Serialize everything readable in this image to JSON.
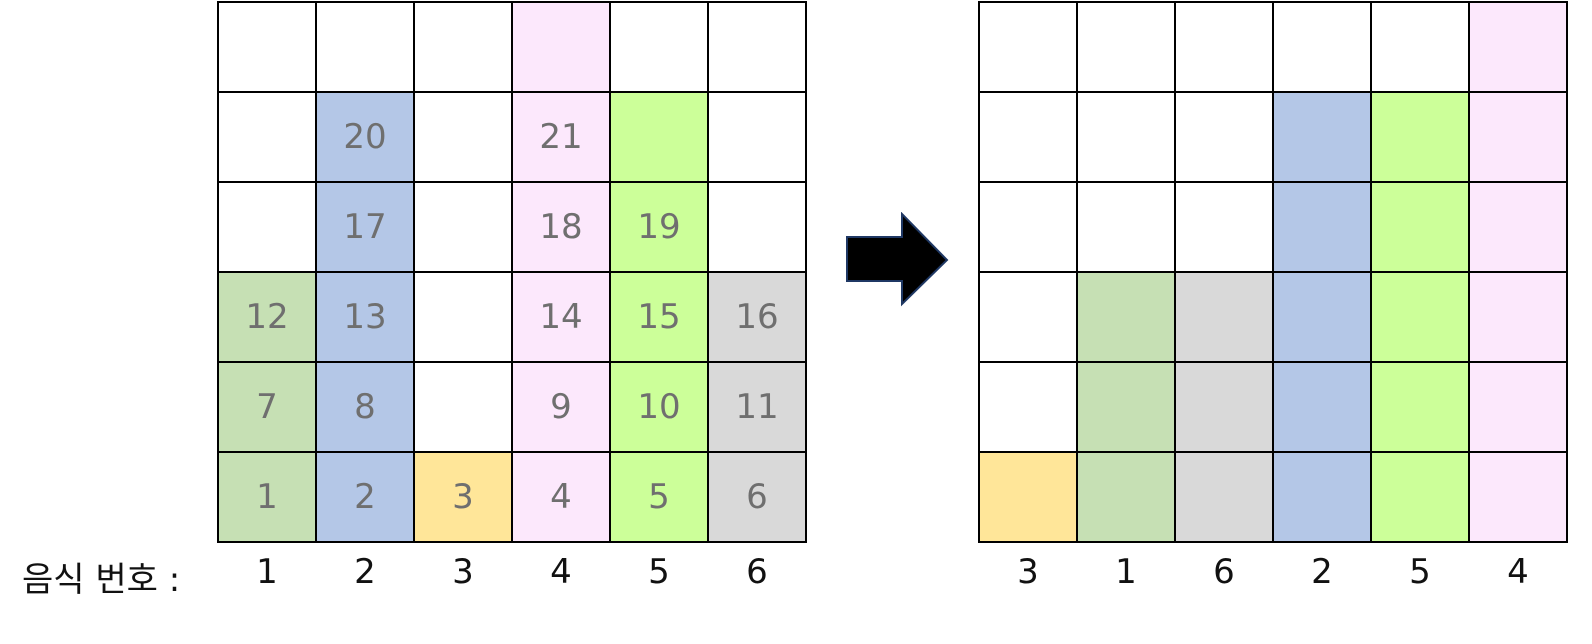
{
  "colors": {
    "white": "#ffffff",
    "green": "#c6e0b4",
    "blue": "#b4c7e7",
    "yellow": "#ffe699",
    "pink": "#fce8fc",
    "lime": "#ccff99",
    "gray": "#d9d9d9"
  },
  "left_grid": {
    "rows": [
      [
        {
          "n": "",
          "c": "white"
        },
        {
          "n": "",
          "c": "white"
        },
        {
          "n": "",
          "c": "white"
        },
        {
          "n": "",
          "c": "pink"
        },
        {
          "n": "",
          "c": "white"
        },
        {
          "n": "",
          "c": "white"
        }
      ],
      [
        {
          "n": "",
          "c": "white"
        },
        {
          "n": "20",
          "c": "blue"
        },
        {
          "n": "",
          "c": "white"
        },
        {
          "n": "21",
          "c": "pink"
        },
        {
          "n": "",
          "c": "lime"
        },
        {
          "n": "",
          "c": "white"
        }
      ],
      [
        {
          "n": "",
          "c": "white"
        },
        {
          "n": "17",
          "c": "blue"
        },
        {
          "n": "",
          "c": "white"
        },
        {
          "n": "18",
          "c": "pink"
        },
        {
          "n": "19",
          "c": "lime"
        },
        {
          "n": "",
          "c": "white"
        }
      ],
      [
        {
          "n": "12",
          "c": "green"
        },
        {
          "n": "13",
          "c": "blue"
        },
        {
          "n": "",
          "c": "white"
        },
        {
          "n": "14",
          "c": "pink"
        },
        {
          "n": "15",
          "c": "lime"
        },
        {
          "n": "16",
          "c": "gray"
        }
      ],
      [
        {
          "n": "7",
          "c": "green"
        },
        {
          "n": "8",
          "c": "blue"
        },
        {
          "n": "",
          "c": "white"
        },
        {
          "n": "9",
          "c": "pink"
        },
        {
          "n": "10",
          "c": "lime"
        },
        {
          "n": "11",
          "c": "gray"
        }
      ],
      [
        {
          "n": "1",
          "c": "green"
        },
        {
          "n": "2",
          "c": "blue"
        },
        {
          "n": "3",
          "c": "yellow"
        },
        {
          "n": "4",
          "c": "pink"
        },
        {
          "n": "5",
          "c": "lime"
        },
        {
          "n": "6",
          "c": "gray"
        }
      ]
    ],
    "axis_title": "음식 번호 :",
    "labels": [
      "1",
      "2",
      "3",
      "4",
      "5",
      "6"
    ]
  },
  "right_grid": {
    "rows": [
      [
        {
          "n": "",
          "c": "white"
        },
        {
          "n": "",
          "c": "white"
        },
        {
          "n": "",
          "c": "white"
        },
        {
          "n": "",
          "c": "white"
        },
        {
          "n": "",
          "c": "white"
        },
        {
          "n": "",
          "c": "pink"
        }
      ],
      [
        {
          "n": "",
          "c": "white"
        },
        {
          "n": "",
          "c": "white"
        },
        {
          "n": "",
          "c": "white"
        },
        {
          "n": "",
          "c": "blue"
        },
        {
          "n": "",
          "c": "lime"
        },
        {
          "n": "",
          "c": "pink"
        }
      ],
      [
        {
          "n": "",
          "c": "white"
        },
        {
          "n": "",
          "c": "white"
        },
        {
          "n": "",
          "c": "white"
        },
        {
          "n": "",
          "c": "blue"
        },
        {
          "n": "",
          "c": "lime"
        },
        {
          "n": "",
          "c": "pink"
        }
      ],
      [
        {
          "n": "",
          "c": "white"
        },
        {
          "n": "",
          "c": "green"
        },
        {
          "n": "",
          "c": "gray"
        },
        {
          "n": "",
          "c": "blue"
        },
        {
          "n": "",
          "c": "lime"
        },
        {
          "n": "",
          "c": "pink"
        }
      ],
      [
        {
          "n": "",
          "c": "white"
        },
        {
          "n": "",
          "c": "green"
        },
        {
          "n": "",
          "c": "gray"
        },
        {
          "n": "",
          "c": "blue"
        },
        {
          "n": "",
          "c": "lime"
        },
        {
          "n": "",
          "c": "pink"
        }
      ],
      [
        {
          "n": "",
          "c": "yellow"
        },
        {
          "n": "",
          "c": "green"
        },
        {
          "n": "",
          "c": "gray"
        },
        {
          "n": "",
          "c": "blue"
        },
        {
          "n": "",
          "c": "lime"
        },
        {
          "n": "",
          "c": "pink"
        }
      ]
    ],
    "labels": [
      "3",
      "1",
      "6",
      "2",
      "5",
      "4"
    ]
  },
  "arrow_icon": "right-arrow-icon"
}
